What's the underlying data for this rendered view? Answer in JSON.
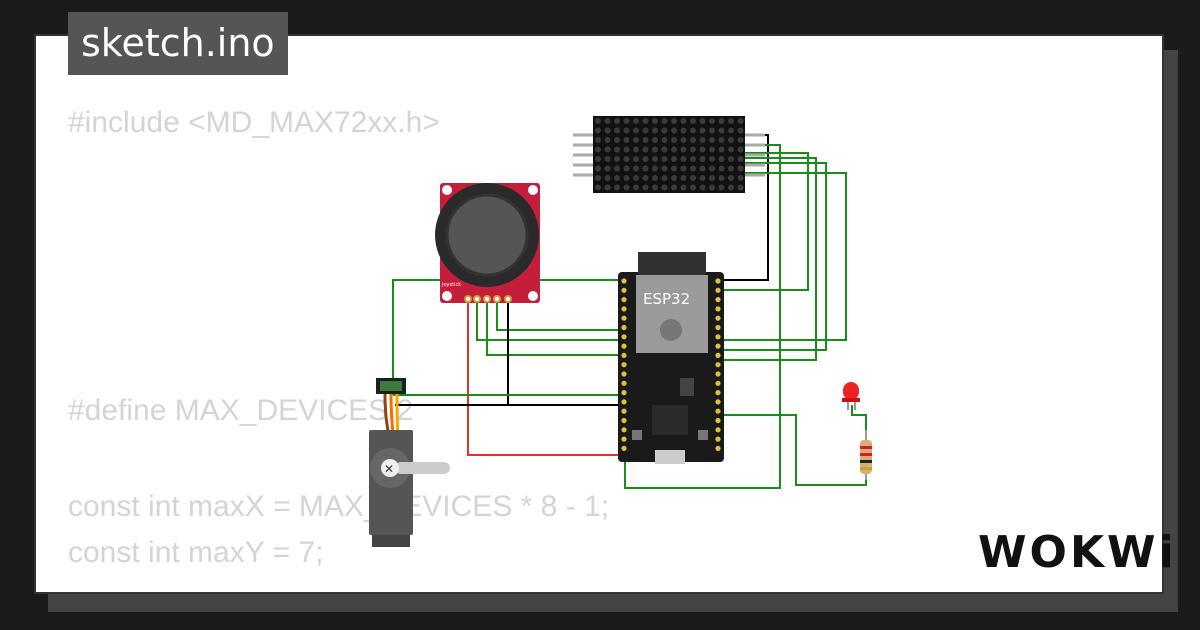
{
  "file_tab": {
    "label": "sketch.ino"
  },
  "code_lines": [
    "#include <MD_MAX72xx.h>",
    "#define MAX_DEVICES 2",
    "const int maxX = MAX_DEVICES * 8 - 1;",
    "const int maxY = 7;"
  ],
  "esp32": {
    "label": "ESP32"
  },
  "joystick": {
    "label": "Joystick"
  },
  "brand": {
    "logo_text": "WOKWi"
  },
  "colors": {
    "background": "#1b1b1b",
    "card": "#ffffff",
    "tab": "#555555",
    "code_text": "#d4d4d4",
    "wire_green": "#1a8c1a",
    "wire_black": "#000000",
    "wire_red": "#e23030",
    "joystick_board": "#c41e3a",
    "esp32_board": "#1a1a1a"
  },
  "icons": [
    "esp32-board",
    "joystick-module",
    "led-matrix",
    "servo-motor",
    "red-led",
    "resistor"
  ]
}
